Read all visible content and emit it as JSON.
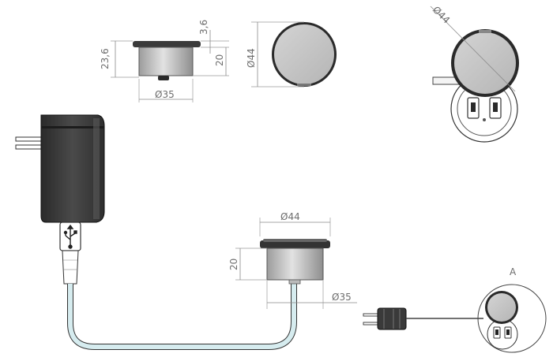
{
  "dimensions": {
    "top_view_side": {
      "height_total": "23,6",
      "flange_height": "3,6",
      "body_height": "20",
      "body_diameter": "Ø35"
    },
    "top_view_face": {
      "diameter": "Ø44"
    },
    "perspective": {
      "diameter": "Ø44"
    },
    "bottom_side": {
      "flange_diameter": "Ø44",
      "body_height": "20",
      "body_diameter": "Ø35"
    }
  },
  "detail": {
    "label": "A"
  },
  "colors": {
    "adapter": "#3d3d3d",
    "metal": "#c9c9c9",
    "cable": "#cfe6ea",
    "line": "#333333"
  }
}
